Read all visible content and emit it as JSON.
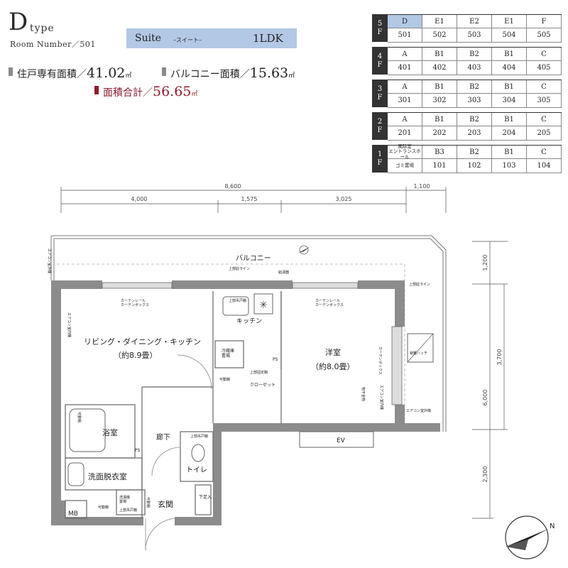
{
  "header": {
    "type_letter": "D",
    "type_word": "type",
    "room_number_label": "Room Number／501",
    "suite_name": "Suite",
    "suite_sub": "–スイート–",
    "layout": "1LDK"
  },
  "areas": {
    "private_label": "住戸専有面積／",
    "private_value": "41.02",
    "balcony_label": "バルコニー面積／",
    "balcony_value": "15.63",
    "total_label": "面積合計／",
    "total_value": "56.65",
    "unit": "㎡"
  },
  "floors": [
    {
      "label_num": "5",
      "label_f": "F",
      "types": [
        "D",
        "E1",
        "E2",
        "E1",
        "F"
      ],
      "rooms": [
        "501",
        "502",
        "503",
        "504",
        "505"
      ],
      "highlight": 0
    },
    {
      "label_num": "4",
      "label_f": "F",
      "types": [
        "A",
        "B1",
        "B2",
        "B1",
        "C"
      ],
      "rooms": [
        "401",
        "402",
        "403",
        "404",
        "405"
      ]
    },
    {
      "label_num": "3",
      "label_f": "F",
      "types": [
        "A",
        "B1",
        "B2",
        "B1",
        "C"
      ],
      "rooms": [
        "301",
        "302",
        "303",
        "304",
        "305"
      ]
    },
    {
      "label_num": "2",
      "label_f": "F",
      "types": [
        "A",
        "B1",
        "B2",
        "B1",
        "C"
      ],
      "rooms": [
        "201",
        "202",
        "203",
        "204",
        "205"
      ]
    },
    {
      "label_num": "1",
      "label_f": "F",
      "types": [
        "風除室\nエントランスホール",
        "B3",
        "B2",
        "B1",
        "C"
      ],
      "rooms": [
        "ゴミ置場",
        "101",
        "102",
        "103",
        "104"
      ]
    }
  ],
  "dimensions": {
    "top_total": "8,600",
    "top_right": "1,100",
    "seg1": "4,000",
    "seg2": "1,575",
    "seg3": "3,025",
    "right_1": "1,200",
    "right_2": "3,700",
    "right_3": "6,000",
    "right_4": "2,300"
  },
  "rooms": {
    "balcony": "バルコニー",
    "eave_line": "上部庇ライン",
    "eave_line_right": "上部庇ライン",
    "ac_outdoor_top": "エアコン室外機",
    "ac_indoor": "エアコン室内機",
    "curtain_left": "カーテンレール\nカーテンボックス",
    "curtain_right": "カーテンレール\nカーテンボックス",
    "upper_cabinet_kitchen": "上部吊戸棚",
    "kitchen": "キッチン",
    "ldk": "リビング・ダイニング・キッチン",
    "ldk_size": "（約8.9畳）",
    "fridge": "冷蔵庫\n置場",
    "shelf_movable": "可動棚",
    "western": "洋室",
    "western_size": "（約8.0畳）",
    "upper_fixed_shelf": "上部固定棚",
    "closet": "クローゼット",
    "curtain_box_vertical": "カーテンボックス",
    "storage": "物干金物",
    "ac_indoor_right": "エアコン室内機",
    "escape_hatch": "避難ハッチ",
    "ac_outdoor_right": "エアコン室外機",
    "ev": "EV",
    "bath": "浴室",
    "corridor": "廊下",
    "toilet": "トイレ",
    "washroom": "洗面脱衣室",
    "entrance": "玄関",
    "shoebox": "下足入",
    "washer": "洗濯機\n置場",
    "upper_cabinet_wash": "上部吊戸棚",
    "mb": "MB",
    "ps": "PS",
    "ps2": "PS",
    "shelf_wash": "可動棚",
    "shelf_bath": "可動棚",
    "toilet_shelf": "上部吊戸棚",
    "ac_unit": "エアコン",
    "balcony_ac": "給湯器",
    "shelf_entrance": "可動棚"
  },
  "colors": {
    "accent_blue": "#b3c8e5",
    "accent_red": "#8b1e2d",
    "wall_gray": "#8c8c8c",
    "floor_tab": "#333333"
  },
  "icons": {
    "compass": "north-arrow-icon",
    "small_compass": "small-north-icon"
  }
}
